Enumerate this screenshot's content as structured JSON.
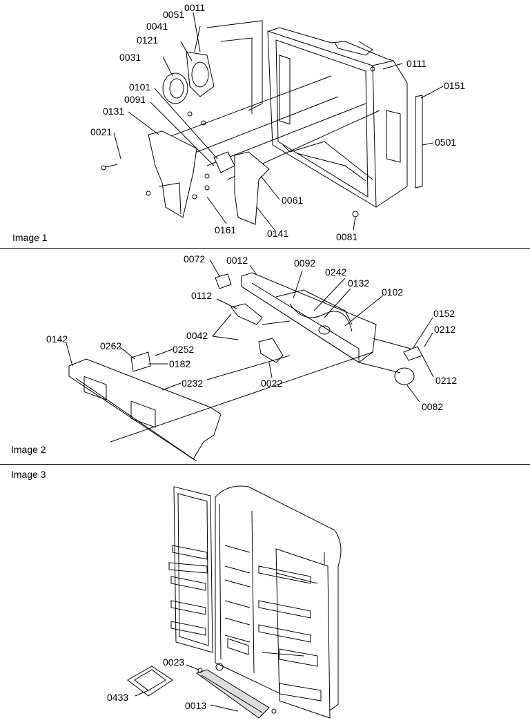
{
  "colors": {
    "line": "#000000",
    "background": "#ffffff"
  },
  "panels": [
    {
      "caption": "Image 1"
    },
    {
      "caption": "Image 2"
    },
    {
      "caption": "Image 3"
    }
  ],
  "labels": {
    "p1": [
      "0011",
      "0051",
      "0041",
      "0121",
      "0031",
      "0101",
      "0091",
      "0131",
      "0021",
      "0111",
      "0151",
      "0501",
      "0061",
      "0161",
      "0141",
      "0081"
    ],
    "p2": [
      "0072",
      "0012",
      "0092",
      "0242",
      "0132",
      "0102",
      "0112",
      "0042",
      "0142",
      "0262",
      "0252",
      "0182",
      "0232",
      "0022",
      "0152",
      "0212",
      "0212",
      "0082"
    ],
    "p3": [
      "0023",
      "0433",
      "0013"
    ]
  }
}
